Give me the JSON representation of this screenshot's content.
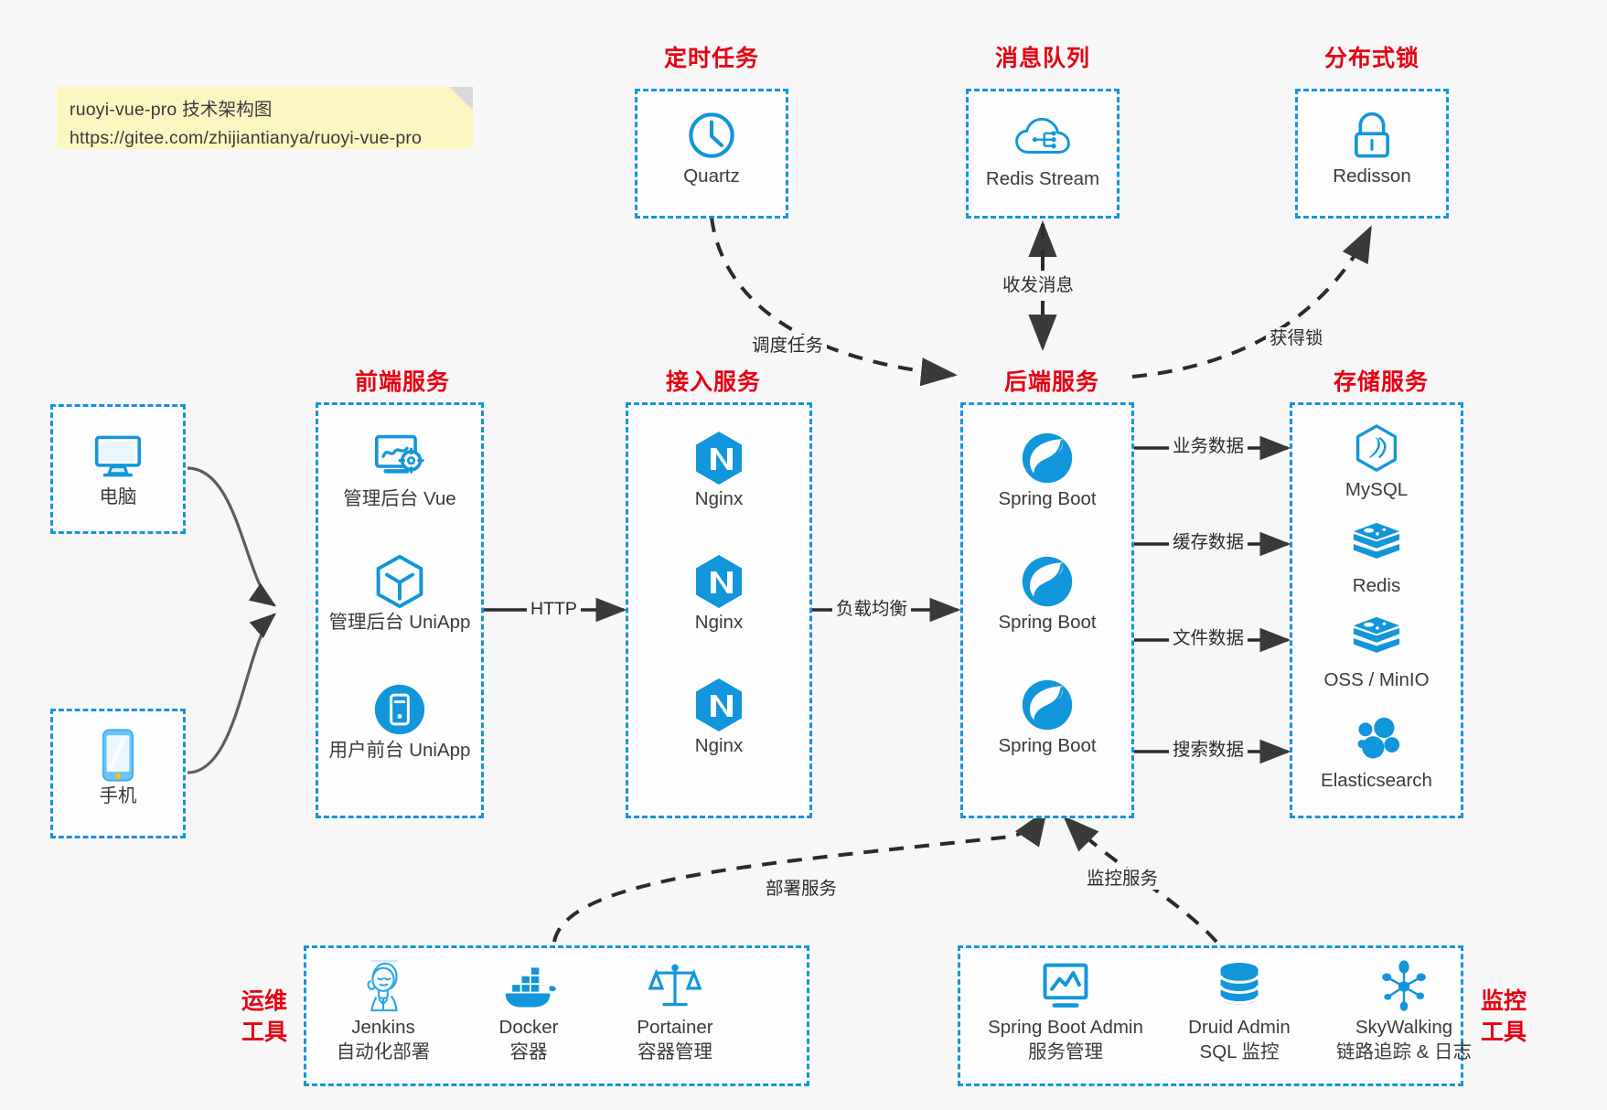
{
  "note": {
    "line1": "ruoyi-vue-pro 技术架构图",
    "line2": "https://gitee.com/zhijiantianya/ruoyi-vue-pro"
  },
  "colors": {
    "accent": "#1296db",
    "group_title": "#e60012",
    "text": "#3b3b3b",
    "edge": "#3a3a3a",
    "note_bg": "#fbf6c0",
    "canvas_bg": "#f7f7f7"
  },
  "groups": {
    "scheduler": {
      "title": "定时任务",
      "nodes": [
        {
          "label": "Quartz",
          "icon": "clock-icon"
        }
      ]
    },
    "mq": {
      "title": "消息队列",
      "nodes": [
        {
          "label": "Redis Stream",
          "icon": "cloud-stream-icon"
        }
      ]
    },
    "lock": {
      "title": "分布式锁",
      "nodes": [
        {
          "label": "Redisson",
          "icon": "lock-icon"
        }
      ]
    },
    "clients": {
      "nodes": [
        {
          "label": "电脑",
          "icon": "desktop-icon"
        },
        {
          "label": "手机",
          "icon": "mobile-icon"
        }
      ]
    },
    "frontend": {
      "title": "前端服务",
      "nodes": [
        {
          "label": "管理后台 Vue",
          "icon": "vue-admin-icon"
        },
        {
          "label": "管理后台 UniApp",
          "icon": "uniapp-icon"
        },
        {
          "label": "用户前台 UniApp",
          "icon": "mobile-app-icon"
        }
      ]
    },
    "gateway": {
      "title": "接入服务",
      "nodes": [
        {
          "label": "Nginx",
          "icon": "nginx-icon"
        },
        {
          "label": "Nginx",
          "icon": "nginx-icon"
        },
        {
          "label": "Nginx",
          "icon": "nginx-icon"
        }
      ]
    },
    "backend": {
      "title": "后端服务",
      "nodes": [
        {
          "label": "Spring Boot",
          "icon": "spring-boot-icon"
        },
        {
          "label": "Spring Boot",
          "icon": "spring-boot-icon"
        },
        {
          "label": "Spring Boot",
          "icon": "spring-boot-icon"
        }
      ]
    },
    "storage": {
      "title": "存储服务",
      "nodes": [
        {
          "label": "MySQL",
          "icon": "mysql-icon"
        },
        {
          "label": "Redis",
          "icon": "redis-icon"
        },
        {
          "label": "OSS / MinIO",
          "icon": "oss-icon"
        },
        {
          "label": "Elasticsearch",
          "icon": "elasticsearch-icon"
        }
      ]
    },
    "devops": {
      "title_line1": "运维",
      "title_line2": "工具",
      "nodes": [
        {
          "label": "Jenkins",
          "sub": "自动化部署",
          "icon": "jenkins-icon"
        },
        {
          "label": "Docker",
          "sub": "容器",
          "icon": "docker-icon"
        },
        {
          "label": "Portainer",
          "sub": "容器管理",
          "icon": "portainer-icon"
        }
      ]
    },
    "monitor": {
      "title_line1": "监控",
      "title_line2": "工具",
      "nodes": [
        {
          "label": "Spring Boot Admin",
          "sub": "服务管理",
          "icon": "spring-boot-admin-icon"
        },
        {
          "label": "Druid Admin",
          "sub": "SQL 监控",
          "icon": "database-icon"
        },
        {
          "label": "SkyWalking",
          "sub": "链路追踪 & 日志",
          "icon": "skywalking-icon"
        }
      ]
    }
  },
  "edges": {
    "http": "HTTP",
    "load_balance": "负载均衡",
    "schedule": "调度任务",
    "mq_traffic": "收发消息",
    "acquire_lock": "获得锁",
    "business_data": "业务数据",
    "cache_data": "缓存数据",
    "file_data": "文件数据",
    "search_data": "搜索数据",
    "deploy": "部署服务",
    "monitor": "监控服务"
  }
}
